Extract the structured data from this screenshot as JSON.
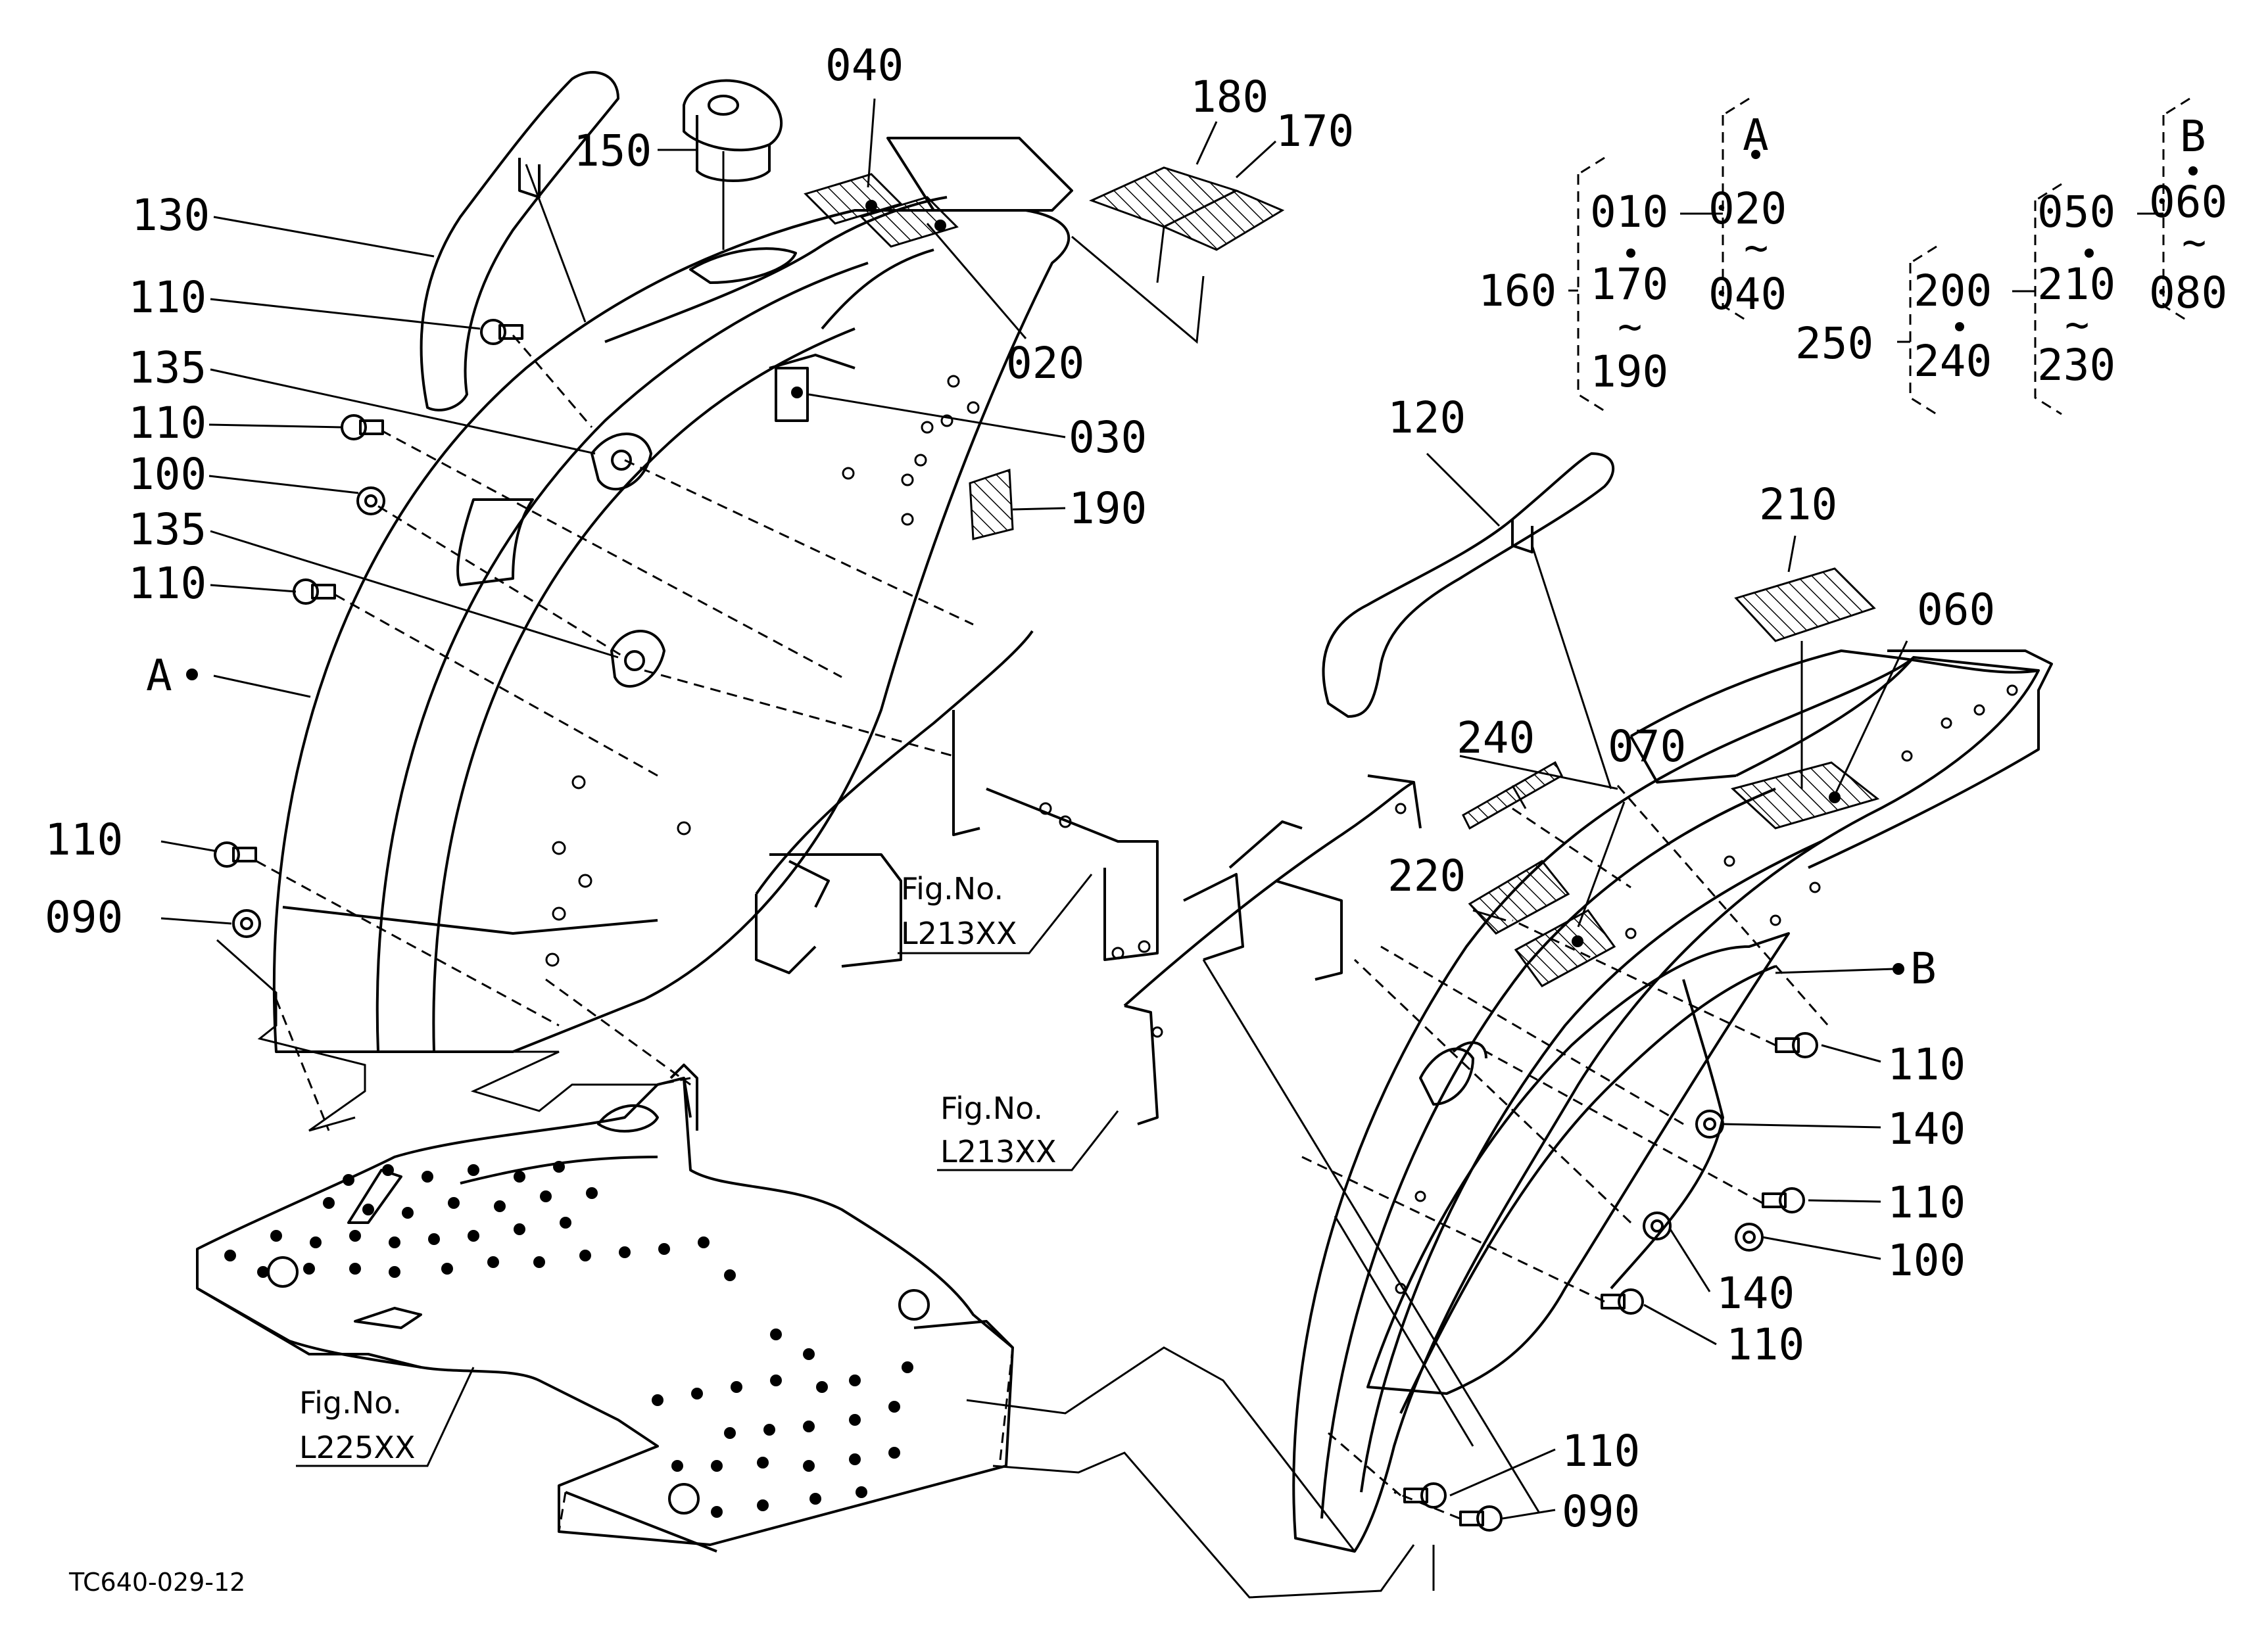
{
  "callouts": {
    "c040": "040",
    "c150": "150",
    "c180": "180",
    "c170_top": "170",
    "c130": "130",
    "c110_a": "110",
    "c135_a": "135",
    "c110_b": "110",
    "c100_a": "100",
    "c135_b": "135",
    "c110_c": "110",
    "c020": "020",
    "c030": "030",
    "c190": "190",
    "c110_d": "110",
    "c090_a": "090",
    "c120": "120",
    "c210": "210",
    "c060": "060",
    "c240": "240",
    "c070": "070",
    "c220": "220",
    "c110_e": "110",
    "c140_a": "140",
    "c110_f": "110",
    "c100_b": "100",
    "c140_b": "140",
    "c110_g": "110",
    "c110_h": "110",
    "c090_b": "090"
  },
  "markers": {
    "a": "A",
    "b": "B"
  },
  "legend": {
    "groupA_title": "A",
    "groupA_from": "020",
    "groupA_to": "040",
    "groupB_title": "B",
    "groupB_from": "060",
    "groupB_to": "080",
    "g160_label": "160",
    "g160_start": "010",
    "g160_mid": "170",
    "g160_end": "190",
    "g250_label": "250",
    "g250_start": "200",
    "g250_end": "240",
    "g250_sub_start": "050",
    "g250_sub_mid": "210",
    "g250_sub_end": "230",
    "tilde": "~"
  },
  "fig_refs": {
    "ref1_label": "Fig.No.",
    "ref1_value": "L213XX",
    "ref2_label": "Fig.No.",
    "ref2_value": "L213XX",
    "ref3_label": "Fig.No.",
    "ref3_value": "L225XX"
  },
  "doc_id": "TC640-029-12"
}
